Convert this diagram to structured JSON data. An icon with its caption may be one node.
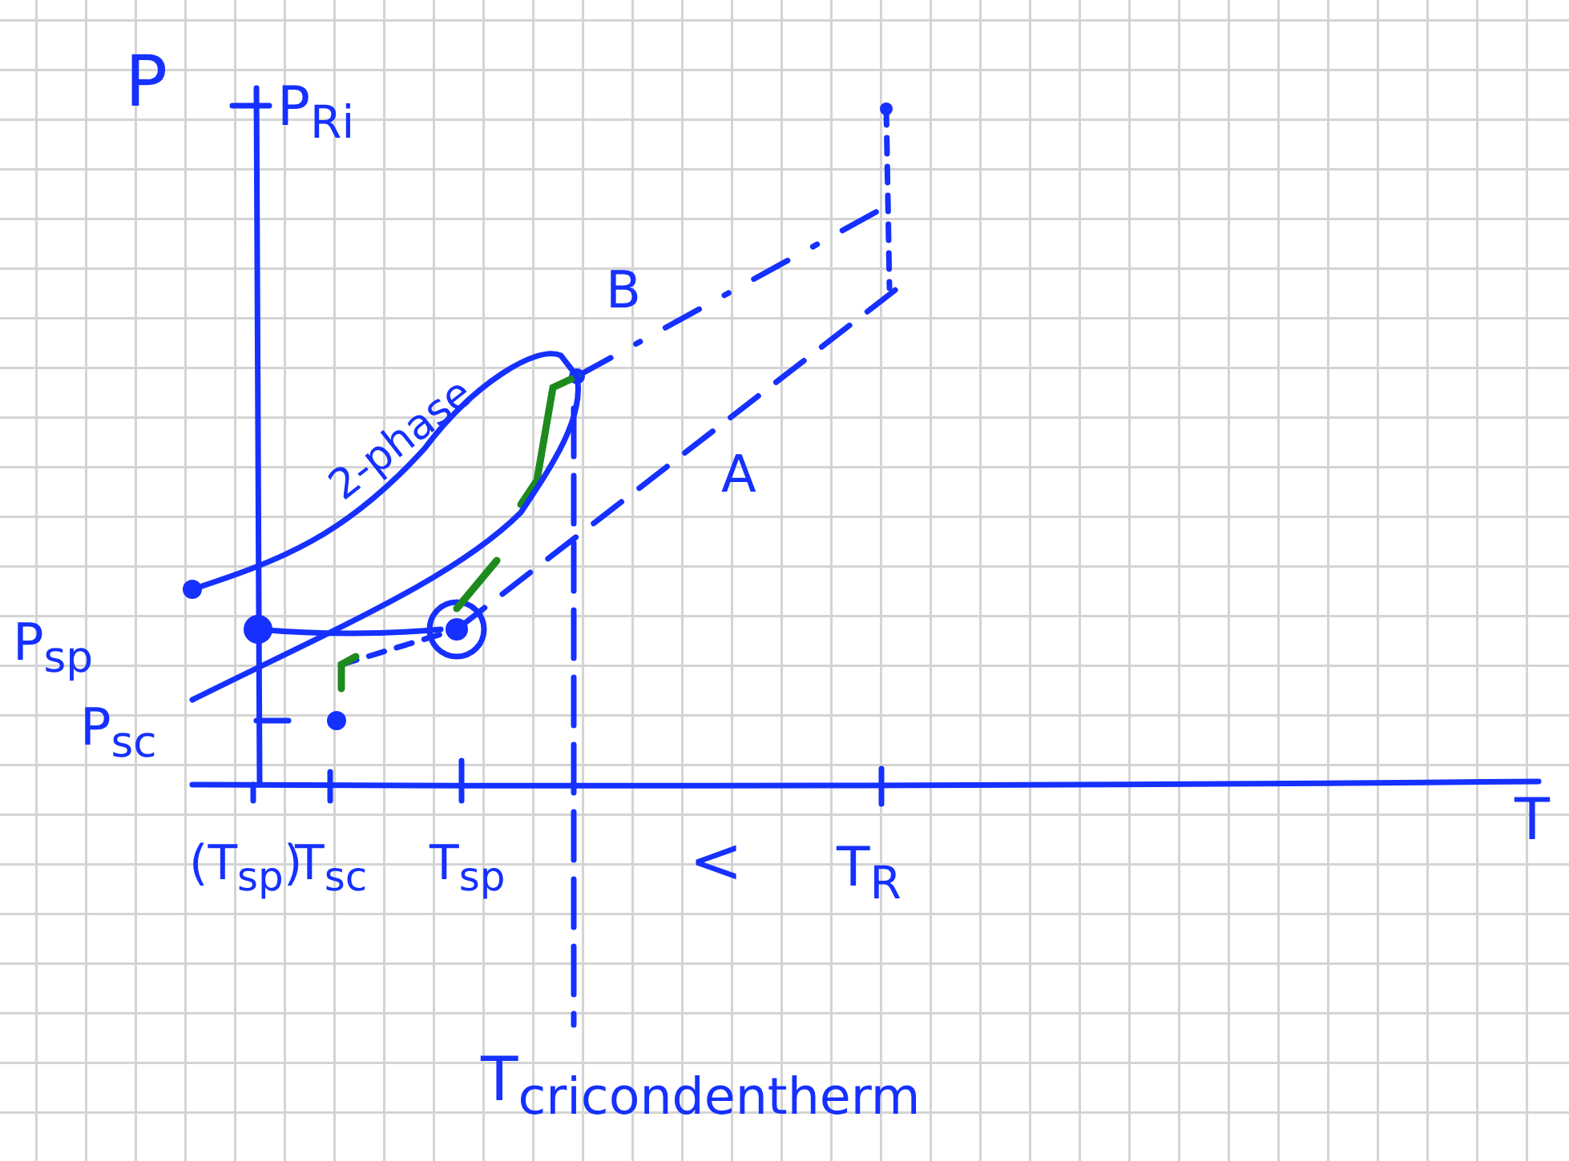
{
  "diagram": {
    "nodes": [
      {
        "text": [
          "2-phase"
        ]
      }
    ],
    "labels": [
      "P",
      "P$_{Ri}$",
      "B",
      "A",
      "P$_{sp}$",
      "P$_{sc}$",
      "(T$_{sp}$)",
      "T$_{sc}$",
      "T$_{sp}$",
      "<",
      "T$_{R}$",
      "T",
      "T$_{cricondentherm}$"
    ]
  }
}
